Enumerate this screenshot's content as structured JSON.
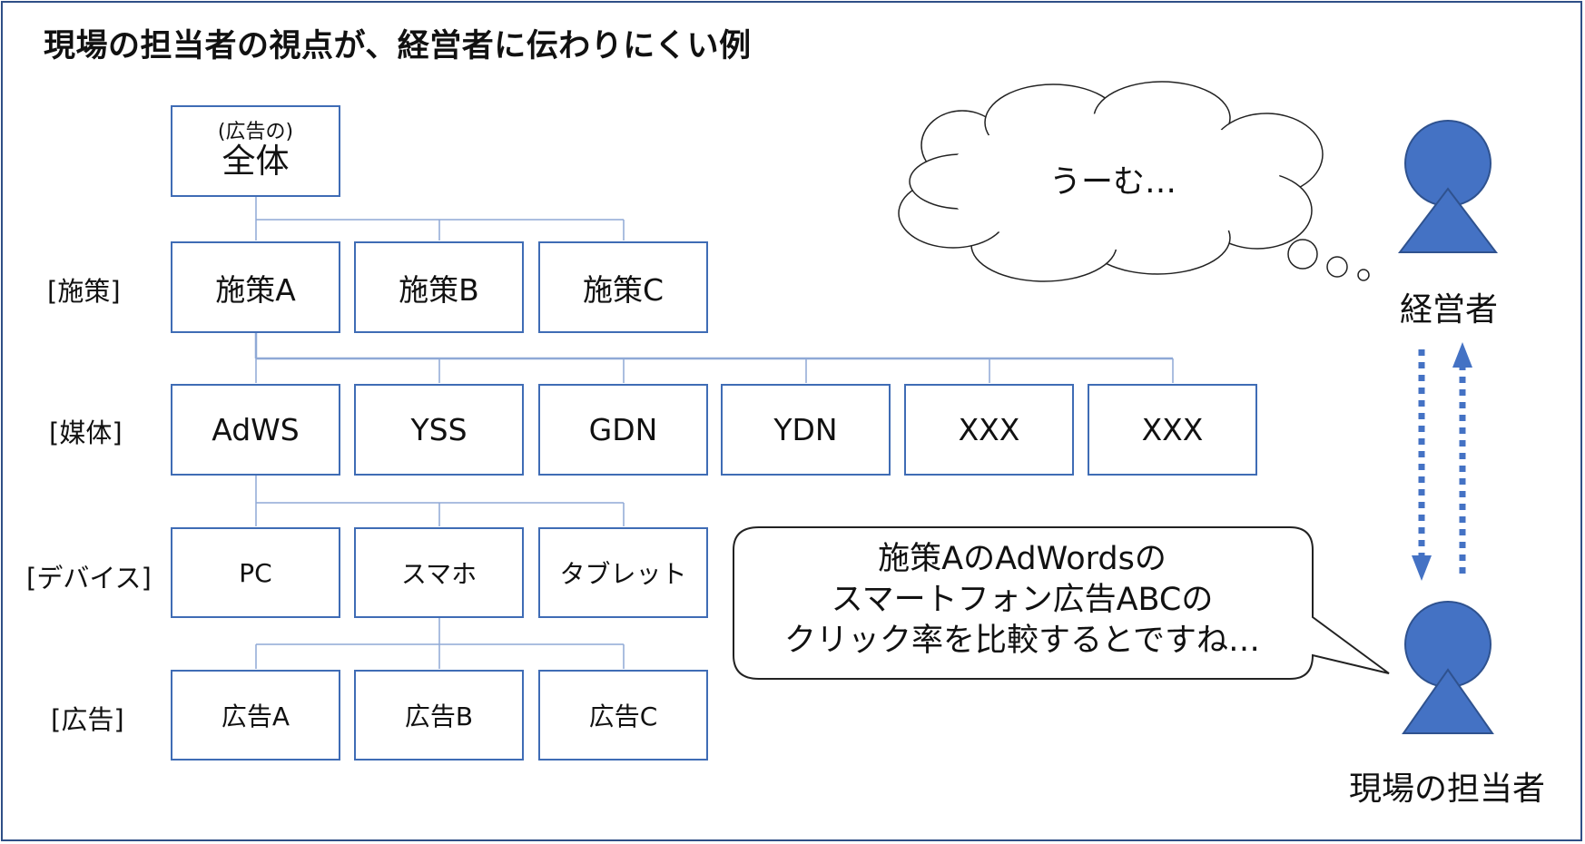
{
  "title": "現場の担当者の視点が、経営者に伝わりにくい例",
  "tree": {
    "root": {
      "sub": "(広告の)",
      "main": "全体"
    },
    "row_labels": {
      "measures": "[施策]",
      "media": "[媒体]",
      "devices": "[デバイス]",
      "ads": "[広告]"
    },
    "measures": [
      "施策A",
      "施策B",
      "施策C"
    ],
    "media": [
      "AdWS",
      "YSS",
      "GDN",
      "YDN",
      "XXX",
      "XXX"
    ],
    "devices": [
      "PC",
      "スマホ",
      "タブレット"
    ],
    "ads": [
      "広告A",
      "広告B",
      "広告C"
    ]
  },
  "executive": {
    "label": "経営者",
    "thought": "うーむ…"
  },
  "staff": {
    "label": "現場の担当者",
    "speech": [
      "施策AのAdWordsの",
      "スマートフォン広告ABCの",
      "クリック率を比較するとですね…"
    ]
  },
  "colors": {
    "box_border": "#3f6cb5",
    "connector": "#8fa9d6",
    "person_fill": "#4472c4",
    "person_stroke": "#2f528f",
    "arrow": "#4472c4",
    "frame": "#2f4f86"
  }
}
